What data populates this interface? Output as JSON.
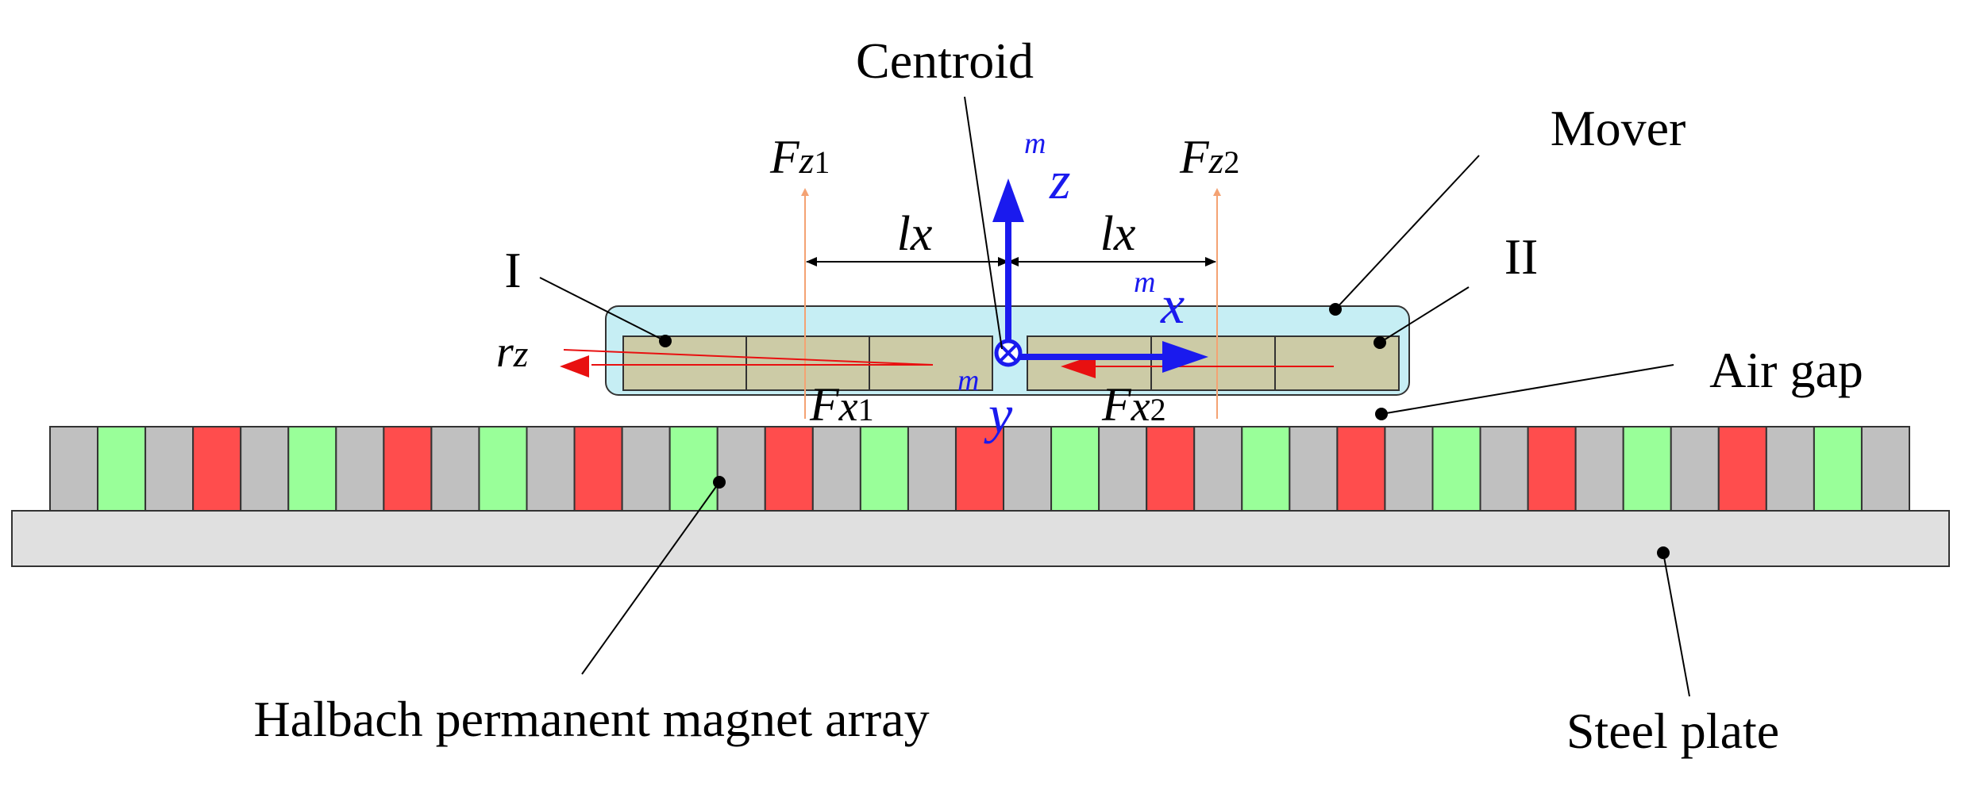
{
  "labels": {
    "centroid": "Centroid",
    "mover": "Mover",
    "coil_1": "I",
    "coil_2": "II",
    "air_gap": "Air gap",
    "magnet_array": "Halbach permanent magnet array",
    "steel_plate": "Steel plate"
  },
  "forces": {
    "fz1_main": "F",
    "fz1_sub": "z",
    "fz1_idx": "1",
    "fz2_main": "F",
    "fz2_sub": "z",
    "fz2_idx": "2",
    "fx1_main": "F",
    "fx1_sub": "x",
    "fx1_idx": "1",
    "fx2_main": "F",
    "fx2_sub": "x",
    "fx2_idx": "2",
    "rz_main": "r",
    "rz_sub": "z"
  },
  "dimensions": {
    "lx_left": "lx",
    "lx_right": "lx"
  },
  "axes": {
    "z_pre": "m",
    "z_name": "z",
    "x_pre": "m",
    "x_name": "x",
    "y_pre": "m",
    "y_name": "y"
  },
  "magnet_pattern": [
    "gray",
    "green",
    "gray",
    "red",
    "gray",
    "green",
    "gray",
    "red",
    "gray",
    "green",
    "gray",
    "red",
    "gray",
    "green",
    "gray",
    "red",
    "gray",
    "green",
    "gray",
    "red",
    "gray",
    "green",
    "gray",
    "red",
    "gray",
    "green",
    "gray",
    "red",
    "gray",
    "green",
    "gray",
    "red",
    "gray",
    "green",
    "gray",
    "red",
    "gray",
    "green",
    "gray"
  ],
  "colors": {
    "magnet_gray": "#c0c0c0",
    "magnet_green": "#99ff99",
    "magnet_red": "#ff4d4d",
    "steel_plate": "#e0e0e0",
    "mover_fill": "#c6eef4",
    "coil_fill": "#cccba6",
    "force_z": "#f4a273",
    "force_x": "#e81010",
    "axis_blue": "#1a1aee"
  }
}
